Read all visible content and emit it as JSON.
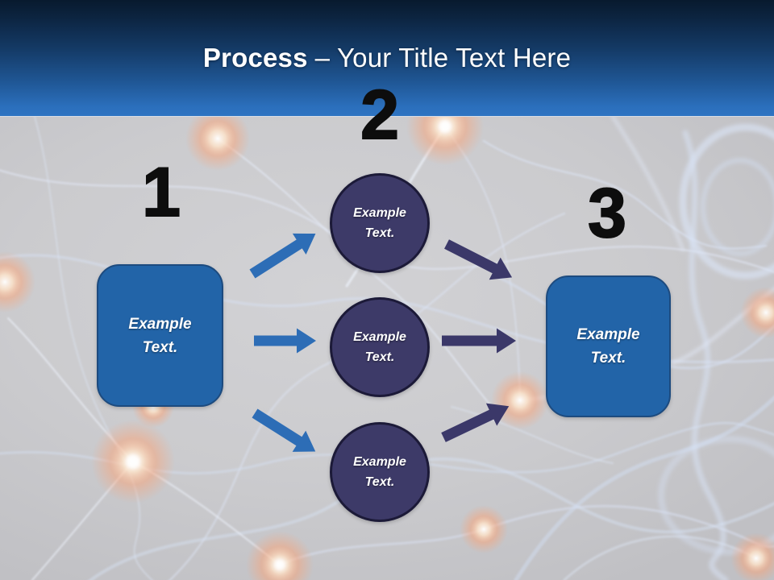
{
  "title": {
    "bold": "Process",
    "rest": "– Your Title Text Here"
  },
  "steps": [
    {
      "number": "1",
      "shape": "rounded-rectangle",
      "label": "Example Text."
    },
    {
      "number": "2",
      "shape": "circle-group",
      "labels": [
        "Example Text.",
        "Example Text.",
        "Example Text."
      ]
    },
    {
      "number": "3",
      "shape": "rounded-rectangle",
      "label": "Example Text."
    }
  ],
  "colors": {
    "header_gradient_top": "#081a2e",
    "header_gradient_bottom": "#2e74c2",
    "title_text": "#ffffff",
    "number_text": "#0d0d0d",
    "box_fill": "#2264a8",
    "box_border": "#1d4b7f",
    "circle_fill": "#3d3a68",
    "circle_border": "#1c1a38",
    "arrow_left_blue": "#2d6db6",
    "arrow_right_navy": "#3b3869",
    "background_gray": "#c9c9cc"
  }
}
